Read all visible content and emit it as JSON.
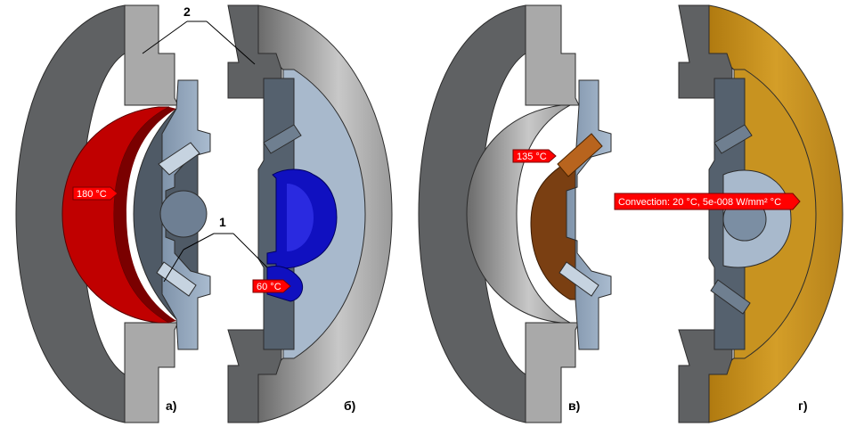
{
  "callouts": {
    "a_temp": "180 °C",
    "b_temp": "60 °C",
    "v_temp": "135 °C",
    "g_convection": "Convection: 20 °C, 5e-008 W/mm² °C"
  },
  "labels": {
    "number_1": "1",
    "number_2": "2"
  },
  "panels": {
    "a": "а)",
    "b": "б)",
    "v": "в)",
    "g": "г)"
  },
  "colors": {
    "hot_red": "#c00000",
    "cold_blue": "#1010c0",
    "copper": "#8a4512",
    "gold": "#c8901a",
    "housing_dark": "#5e6062",
    "housing_light": "#a4a4a4",
    "body_steel": "#8fa2b8",
    "callout_red": "#ff0000"
  }
}
